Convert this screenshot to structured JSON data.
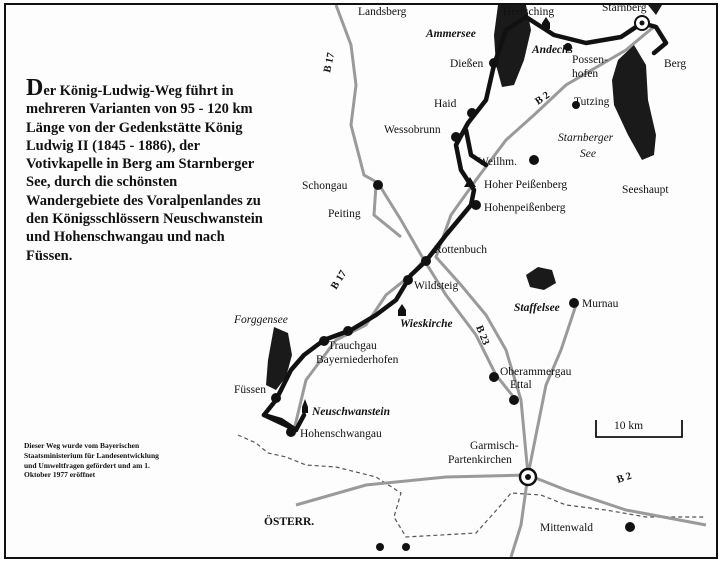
{
  "intro": {
    "text": "Der König-Ludwig-Weg führt in mehreren Varianten von 95 - 120 km Länge von der Gedenkstätte König Ludwig II (1845 - 1886), der Votivkapelle in Berg am Starnberger See, durch die schönsten Wandergebiete des Voralpenlandes zu den Königsschlössern Neuschwanstein und Hohenschwangau und nach Füssen."
  },
  "note": {
    "text": "Dieser Weg wurde vom Bayerischen Staatsministerium für Landesentwicklung und Umweltfragen gefördert und am 1. Oktober 1977 eröffnet"
  },
  "places": {
    "landsberg": "Landsberg",
    "herrsching": "Herrsching",
    "starnberg": "Starnberg",
    "ammersee": "Ammersee",
    "andechs": "Andechs",
    "diessen": "Dießen",
    "possenhofen_1": "Possen-",
    "possenhofen_2": "hofen",
    "berg": "Berg",
    "tutzing": "Tutzing",
    "haid": "Haid",
    "wessobrunn": "Wessobrunn",
    "starnberger_see_1": "Starnberger",
    "starnberger_see_2": "See",
    "weilheim": "Weilhm.",
    "seeshaupt": "Seeshaupt",
    "schongau": "Schongau",
    "hoher_peissenberg": "Hoher Peißenberg",
    "hohenpeissenberg": "Hohenpeißenberg",
    "peiting": "Peiting",
    "rottenbuch": "Rottenbuch",
    "staffelsee": "Staffelsee",
    "murnau": "Murnau",
    "wildsteig": "Wildsteig",
    "forggensee": "Forggensee",
    "wieskirche": "Wieskirche",
    "trauchgau": "Trauchgau",
    "bayerniederhofen": "Bayerniederhofen",
    "oberammergau": "Oberammergau",
    "ettal": "Ettal",
    "fuessen": "Füssen",
    "neuschwanstein": "Neuschwanstein",
    "hohenschwangau": "Hohenschwangau",
    "garmisch_1": "Garmisch-",
    "garmisch_2": "Partenkirchen",
    "mittenwald": "Mittenwald",
    "oesterr": "ÖSTERR."
  },
  "roads": {
    "b17_north": "B 17",
    "b17_south": "B 17",
    "b2_north": "B 2",
    "b23": "B 23",
    "b2_south": "B 2"
  },
  "scale": {
    "label": "10 km"
  },
  "colors": {
    "ink": "#111111",
    "paper": "#fdfdfd",
    "water": "#1a1a1a",
    "road": "#9a9a9a"
  }
}
